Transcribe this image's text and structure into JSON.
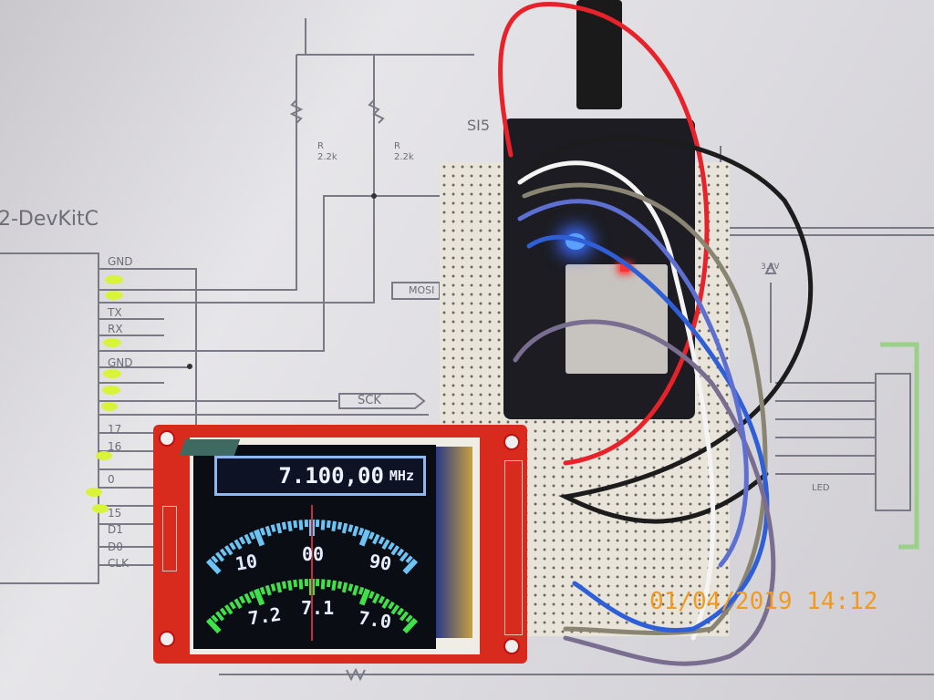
{
  "schematic": {
    "board_title": "2-DevKitC",
    "pins": [
      "GND",
      "TX",
      "RX",
      "GND",
      "17",
      "16",
      "0",
      "15",
      "D1",
      "D0",
      "CLK"
    ],
    "mosi_label": "MOSI",
    "sck_label": "SCK",
    "resistors": [
      {
        "name": "R",
        "value": "2.2k"
      },
      {
        "name": "R",
        "value": "2.2k"
      }
    ],
    "supply_label": "3.3V",
    "chip_label": "SI5",
    "led_label": "LED"
  },
  "display": {
    "frequency": "7.100,00",
    "unit": "MHz",
    "khz_scale": {
      "labels": [
        "10",
        "00",
        "90"
      ],
      "color": "#6cc4f5"
    },
    "mhz_scale": {
      "labels": [
        "7.2",
        "7.1",
        "7.0"
      ],
      "color": "#3fe04a"
    },
    "needle_color": "#c0303a"
  },
  "photo_timestamp": "01/04/2019 14:12",
  "colors": {
    "pcb_red": "#d92a1e",
    "timestamp": "#f29a1f"
  }
}
